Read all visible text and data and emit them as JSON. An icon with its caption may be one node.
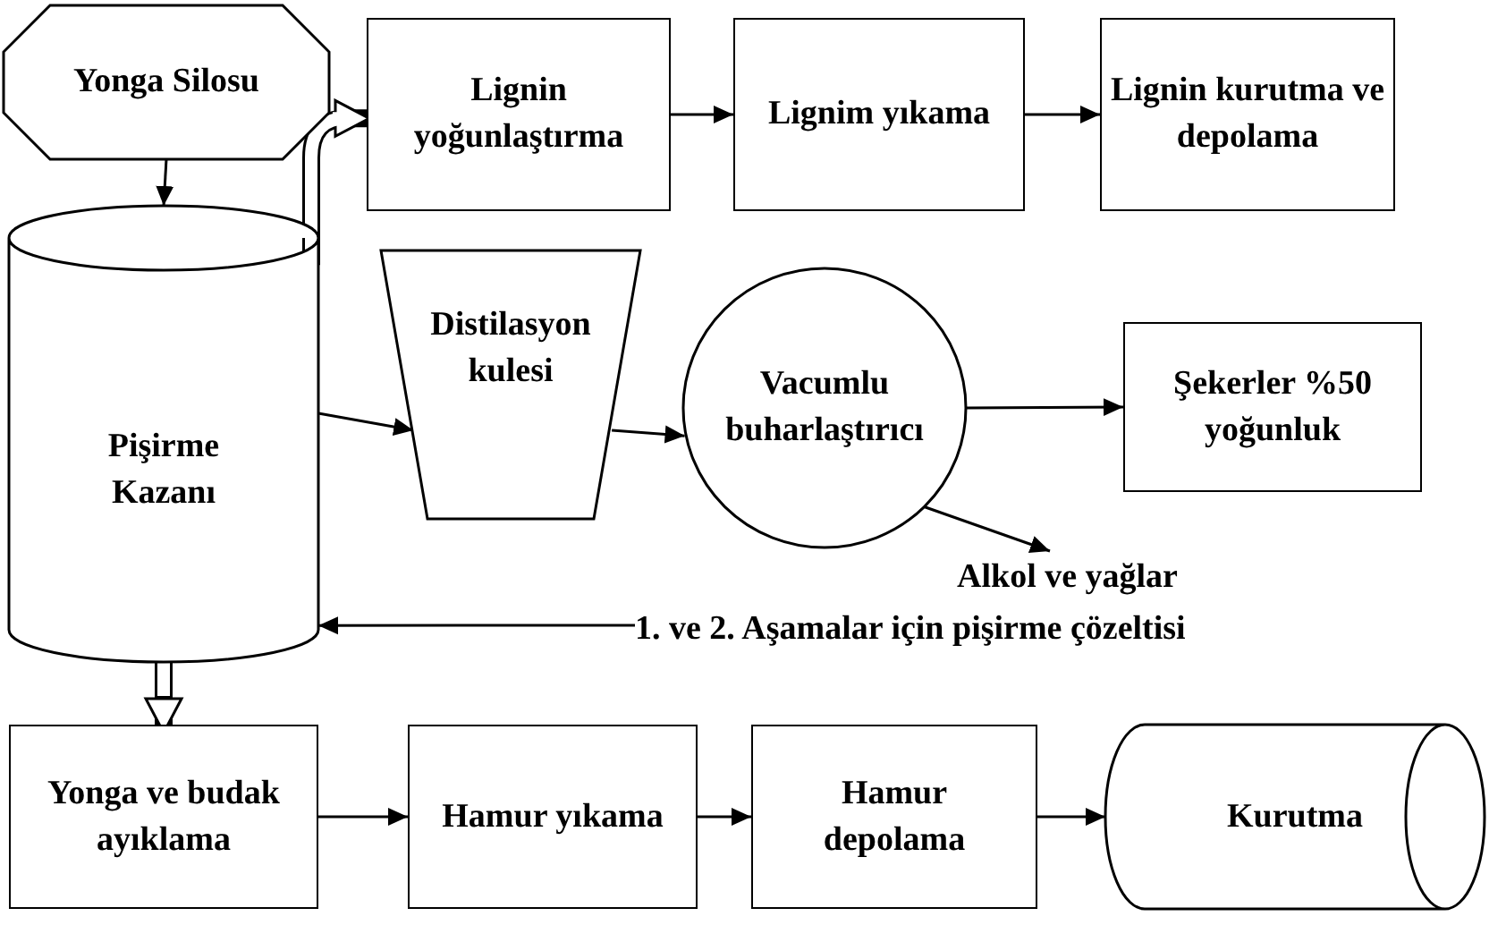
{
  "diagram": {
    "nodes": [
      {
        "text": [
          "Yonga Silosu"
        ]
      },
      {
        "text": [
          "Lignin yoğunlaştırma"
        ]
      },
      {
        "text": [
          "Lignim yıkama"
        ]
      },
      {
        "text": [
          "Lignin kurutma ve depolama"
        ]
      },
      {
        "text": [
          "Pişirme Kazanı"
        ]
      },
      {
        "text": [
          "Distilasyon kulesi"
        ]
      },
      {
        "text": [
          "Vacumlu buharlaştırıcı"
        ]
      },
      {
        "text": [
          "Şekerler %50 yoğunluk"
        ]
      },
      {
        "text": [
          "Alkol ve yağlar"
        ]
      },
      {
        "text": [
          "1. ve 2. Aşamalar için pişirme çözeltisi"
        ]
      },
      {
        "text": [
          "Yonga ve budak ayıklama"
        ]
      },
      {
        "text": [
          "Hamur yıkama"
        ]
      },
      {
        "text": [
          "Hamur depolama"
        ]
      },
      {
        "text": [
          "Kurutma"
        ]
      }
    ],
    "edges": [
      {
        "from": 0,
        "to": 4,
        "arrow": "to"
      },
      {
        "from": 4,
        "to": 1,
        "arrow": "to",
        "style": "thick"
      },
      {
        "from": 1,
        "to": 2,
        "arrow": "to"
      },
      {
        "from": 2,
        "to": 3,
        "arrow": "to"
      },
      {
        "from": 4,
        "to": 5,
        "arrow": "to"
      },
      {
        "from": 5,
        "to": 6,
        "arrow": "to"
      },
      {
        "from": 6,
        "to": 7,
        "arrow": "to"
      },
      {
        "from": 6,
        "to": 8,
        "arrow": "to"
      },
      {
        "from": 9,
        "to": 4,
        "arrow": "to"
      },
      {
        "from": 4,
        "to": 10,
        "arrow": "to",
        "style": "thick"
      },
      {
        "from": 10,
        "to": 11,
        "arrow": "to"
      },
      {
        "from": 11,
        "to": 12,
        "arrow": "to"
      },
      {
        "from": 12,
        "to": 13,
        "arrow": "to"
      }
    ]
  }
}
